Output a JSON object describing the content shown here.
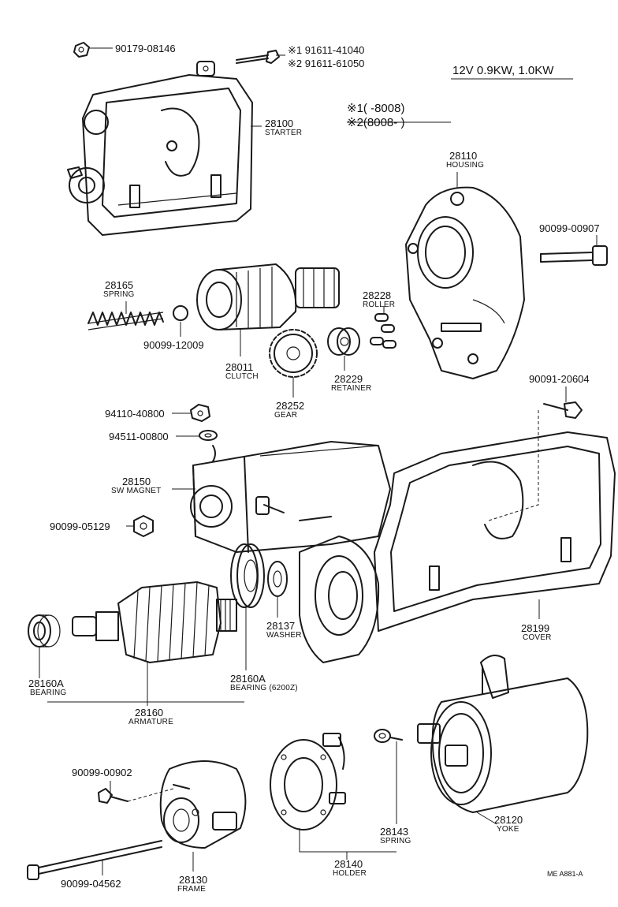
{
  "spec": "12V 0.9KW, 1.0KW",
  "notes": {
    "note1": "※1(      -8008)",
    "note2": "※2(8008-       )"
  },
  "diagram_code": "ME  A881-A",
  "bolt_options": {
    "opt1": "※1 91611-41040",
    "opt2": "※2 91611-61050"
  },
  "parts": {
    "p90179_08146": {
      "number": "90179-08146"
    },
    "p28100": {
      "number": "28100",
      "name": "STARTER"
    },
    "p28110": {
      "number": "28110",
      "name": "HOUSING"
    },
    "p90099_00907": {
      "number": "90099-00907"
    },
    "p28165": {
      "number": "28165",
      "name": "SPRING"
    },
    "p90099_12009": {
      "number": "90099-12009"
    },
    "p28011": {
      "number": "28011",
      "name": "CLUTCH"
    },
    "p28228": {
      "number": "28228",
      "name": "ROLLER"
    },
    "p28229": {
      "number": "28229",
      "name": "RETAINER"
    },
    "p28252": {
      "number": "28252",
      "name": "GEAR"
    },
    "p90091_20604": {
      "number": "90091-20604"
    },
    "p94110_40800": {
      "number": "94110-40800"
    },
    "p94511_00800": {
      "number": "94511-00800"
    },
    "p28150": {
      "number": "28150",
      "name": "SW  MAGNET"
    },
    "p90099_05129": {
      "number": "90099-05129"
    },
    "p28137": {
      "number": "28137",
      "name": "WASHER"
    },
    "p28199": {
      "number": "28199",
      "name": "COVER"
    },
    "p28160A_left": {
      "number": "28160A",
      "name": "BEARING"
    },
    "p28160A_right": {
      "number": "28160A",
      "name": "BEARING (6200Z)"
    },
    "p28160": {
      "number": "28160",
      "name": "ARMATURE"
    },
    "p90099_00902": {
      "number": "90099-00902"
    },
    "p28143": {
      "number": "28143",
      "name": "SPRING"
    },
    "p28120": {
      "number": "28120",
      "name": "YOKE"
    },
    "p28140": {
      "number": "28140",
      "name": "HOLDER"
    },
    "p90099_04562": {
      "number": "90099-04562"
    },
    "p28130": {
      "number": "28130",
      "name": "FRAME"
    }
  }
}
